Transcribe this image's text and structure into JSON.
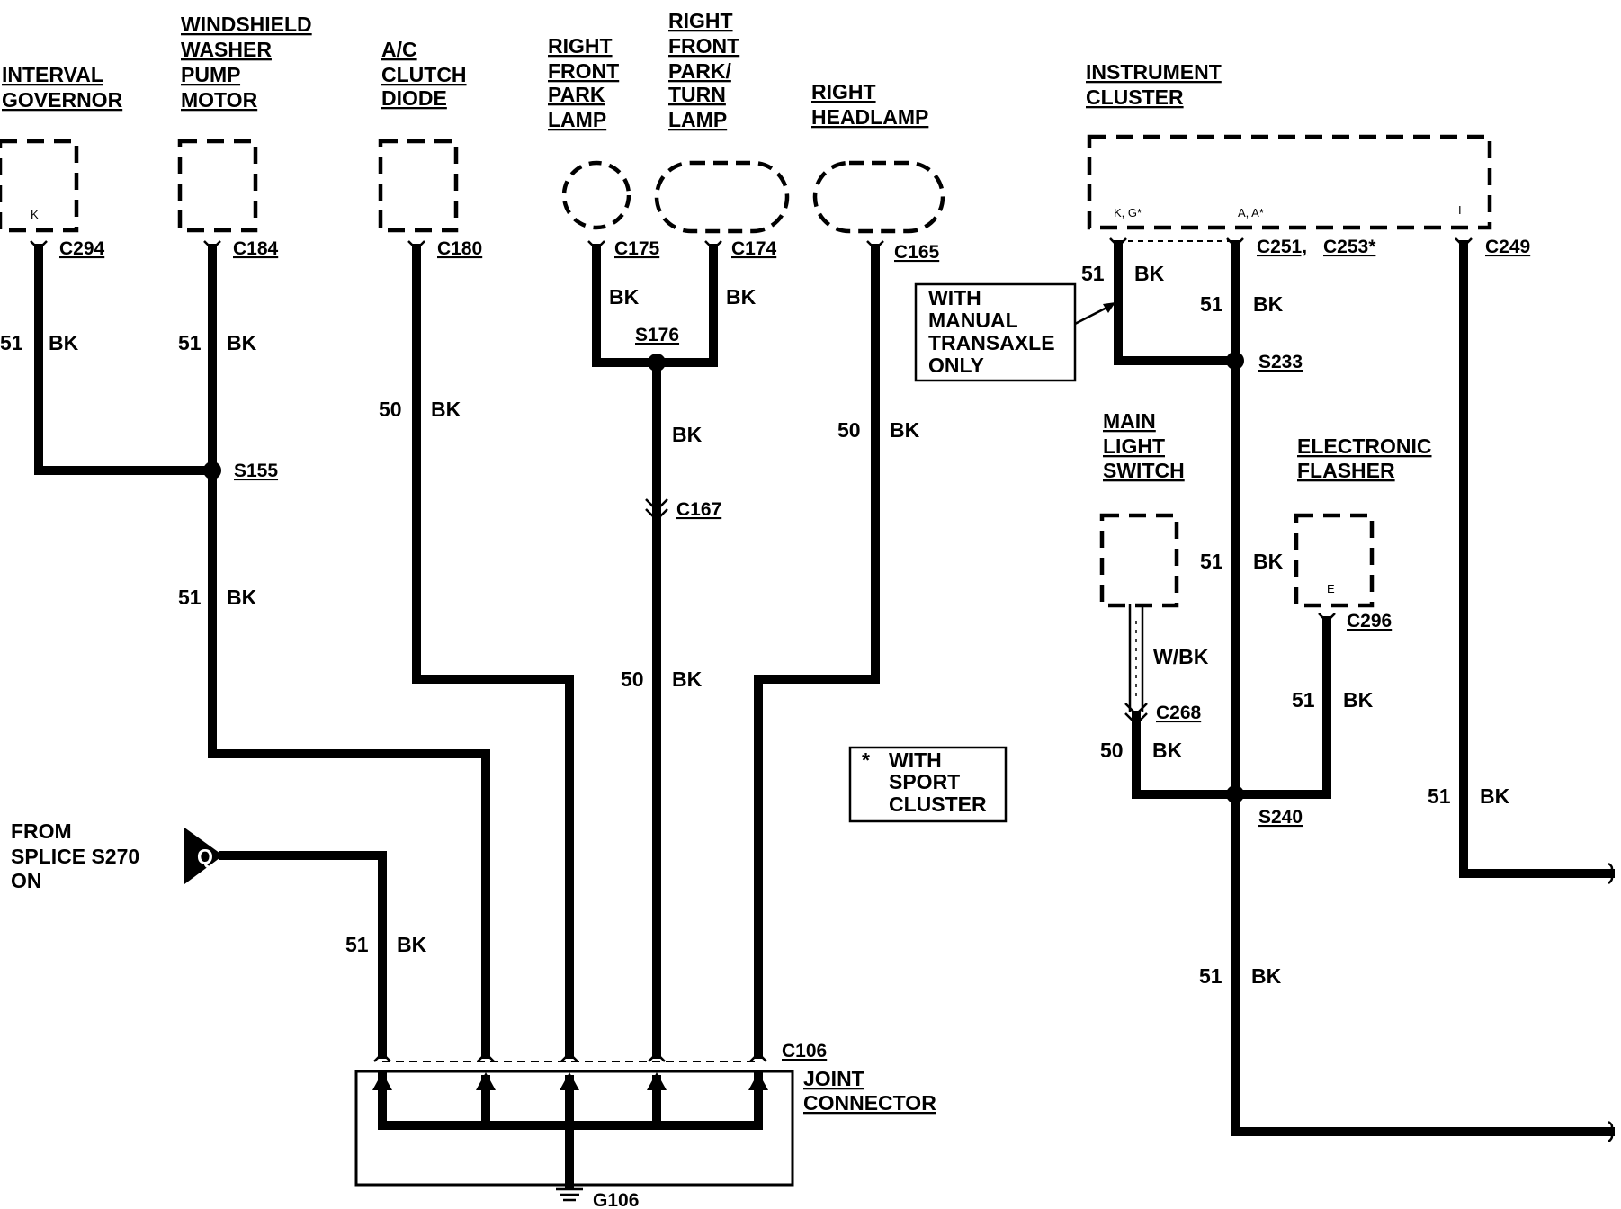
{
  "components": {
    "interval_governor": [
      "INTERVAL",
      "GOVERNOR"
    ],
    "washer_pump": [
      "WINDSHIELD",
      "WASHER",
      "PUMP",
      "MOTOR"
    ],
    "ac_diode": [
      "A/C",
      "CLUTCH",
      "DIODE"
    ],
    "rf_park": [
      "RIGHT",
      "FRONT",
      "PARK",
      "LAMP"
    ],
    "rf_turn": [
      "RIGHT",
      "FRONT",
      "PARK/",
      "TURN",
      "LAMP"
    ],
    "r_headlamp": [
      "RIGHT",
      "HEADLAMP"
    ],
    "cluster": [
      "INSTRUMENT",
      "CLUSTER"
    ],
    "main_light": [
      "MAIN",
      "LIGHT",
      "SWITCH"
    ],
    "flasher": [
      "ELECTRONIC",
      "FLASHER"
    ],
    "joint": [
      "JOINT",
      "CONNECTOR"
    ]
  },
  "pins": {
    "k": "K",
    "kg": "K, G*",
    "aa": "A, A*",
    "i": "I",
    "e": "E"
  },
  "connectors": {
    "c294": "C294",
    "c184": "C184",
    "c180": "C180",
    "c175": "C175",
    "c174": "C174",
    "c165": "C165",
    "c251": "C251,",
    "c253": "C253*",
    "c249": "C249",
    "c167": "C167",
    "c268": "C268",
    "c296": "C296",
    "c106": "C106",
    "g106": "G106"
  },
  "splices": {
    "s155": "S155",
    "s176": "S176",
    "s233": "S233",
    "s240": "S240"
  },
  "wires": {
    "bk": "BK",
    "wbk": "W/BK",
    "n51": "51",
    "n50": "50"
  },
  "notes": {
    "manual": [
      "WITH",
      "MANUAL",
      "TRANSAXLE",
      "ONLY"
    ],
    "sport_star": "*",
    "sport": [
      "WITH",
      "SPORT",
      "CLUSTER"
    ],
    "from_splice": [
      "FROM",
      "SPLICE S270",
      "ON"
    ],
    "q": "Q"
  }
}
